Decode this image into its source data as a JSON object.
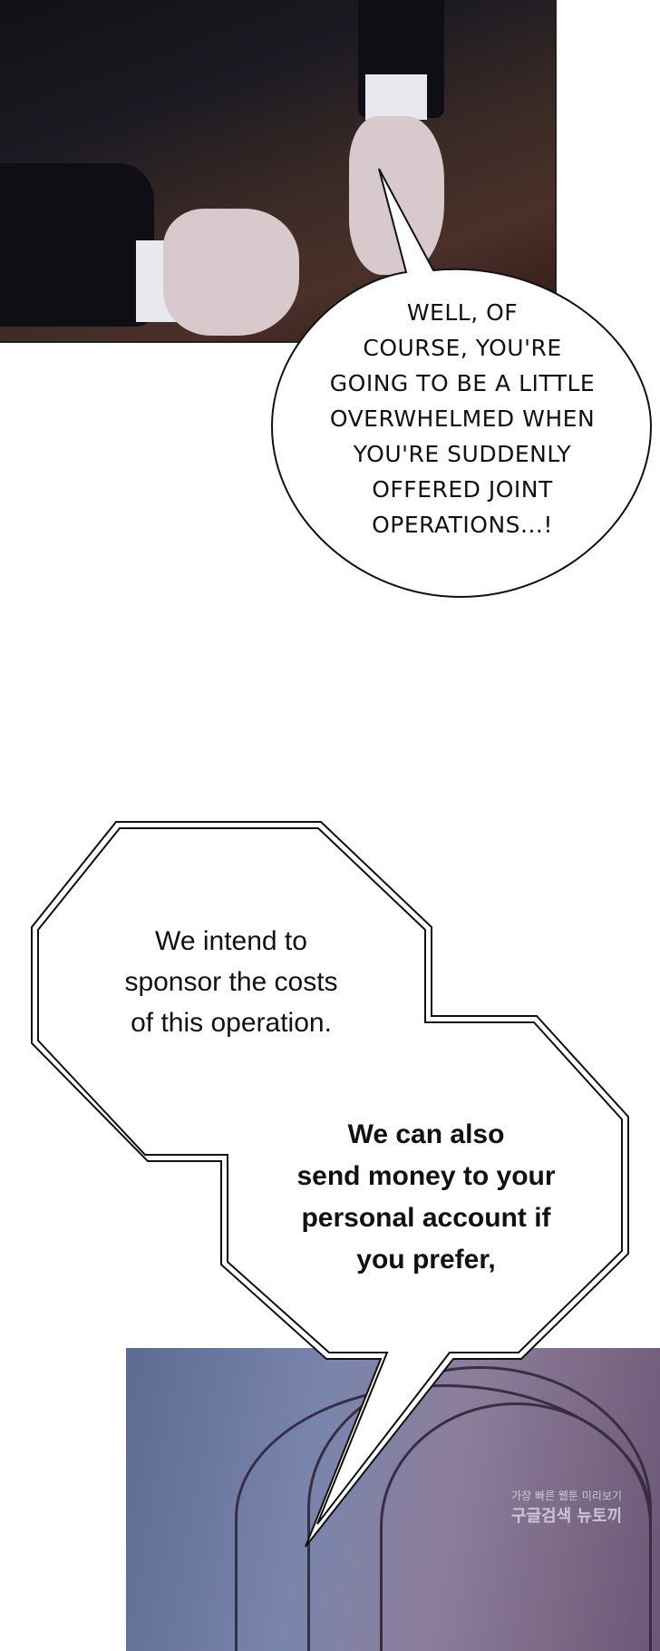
{
  "panel_top": {
    "bubble_text": [
      "WELL, OF",
      "COURSE, YOU'RE",
      "GOING TO BE A LITTLE",
      "OVERWHELMED WHEN",
      "YOU'RE SUDDENLY",
      "OFFERED JOINT",
      "OPERATIONS...!"
    ]
  },
  "bubble_two": {
    "text_regular": [
      "We intend to",
      "sponsor the costs",
      "of this operation."
    ],
    "text_bold": [
      "We can also",
      "send money to your",
      "personal account if",
      "you prefer,"
    ]
  },
  "watermark": {
    "line1": "가장 빠른 웹툰 미리보기",
    "line2": "구글검색 뉴토끼"
  }
}
